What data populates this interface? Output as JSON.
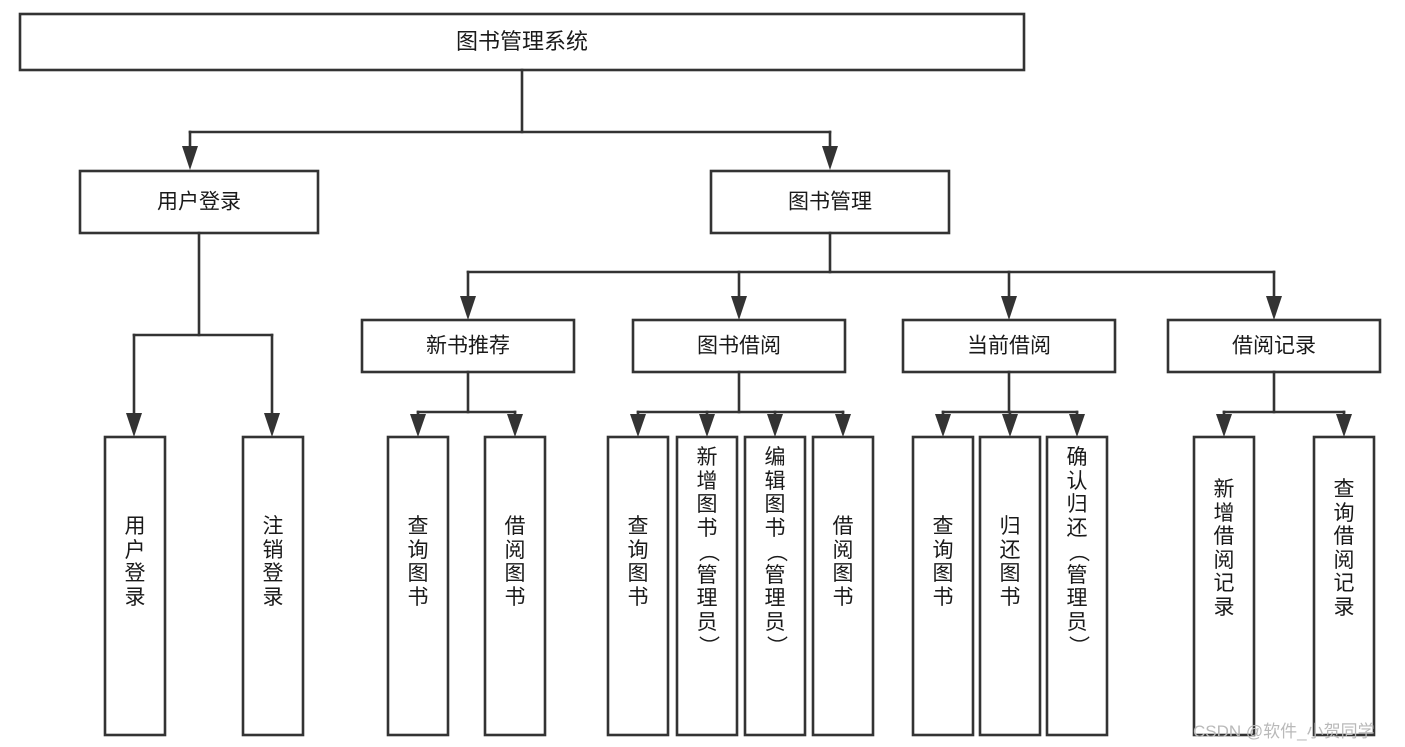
{
  "diagram": {
    "kind": "tree-structure-chart",
    "title_visible": false,
    "background_color": "#ffffff",
    "line_color": "#333333",
    "box_fill": "#ffffff",
    "text_color": "#1a1a1a",
    "root": {
      "label": "图书管理系统"
    },
    "level1": [
      {
        "label": "用户登录"
      },
      {
        "label": "图书管理"
      }
    ],
    "level2": [
      {
        "label": "新书推荐"
      },
      {
        "label": "图书借阅"
      },
      {
        "label": "当前借阅"
      },
      {
        "label": "借阅记录"
      }
    ],
    "leaves": {
      "user_login": [
        {
          "label": "用户登录",
          "chars": [
            "用",
            "户",
            "登",
            "录"
          ]
        },
        {
          "label": "注销登录",
          "chars": [
            "注",
            "销",
            "登",
            "录"
          ]
        }
      ],
      "new_book_recommend": [
        {
          "label": "查询图书",
          "chars": [
            "查",
            "询",
            "图",
            "书"
          ]
        },
        {
          "label": "借阅图书",
          "chars": [
            "借",
            "阅",
            "图",
            "书"
          ]
        }
      ],
      "book_borrow": [
        {
          "label": "查询图书",
          "chars": [
            "查",
            "询",
            "图",
            "书"
          ]
        },
        {
          "label": "新增图书（管理员）",
          "chars": [
            "新",
            "增",
            "图",
            "书",
            "（",
            "管",
            "理",
            "员",
            "）"
          ]
        },
        {
          "label": "编辑图书（管理员）",
          "chars": [
            "编",
            "辑",
            "图",
            "书",
            "（",
            "管",
            "理",
            "员",
            "）"
          ]
        },
        {
          "label": "借阅图书",
          "chars": [
            "借",
            "阅",
            "图",
            "书"
          ]
        }
      ],
      "current_borrow": [
        {
          "label": "查询图书",
          "chars": [
            "查",
            "询",
            "图",
            "书"
          ]
        },
        {
          "label": "归还图书",
          "chars": [
            "归",
            "还",
            "图",
            "书"
          ]
        },
        {
          "label": "确认归还（管理员）",
          "chars": [
            "确",
            "认",
            "归",
            "还",
            "（",
            "管",
            "理",
            "员",
            "）"
          ]
        }
      ],
      "borrow_record": [
        {
          "label": "新增借阅记录",
          "chars": [
            "新",
            "增",
            "借",
            "阅",
            "记",
            "录"
          ]
        },
        {
          "label": "查询借阅记录",
          "chars": [
            "查",
            "询",
            "借",
            "阅",
            "记",
            "录"
          ]
        }
      ]
    }
  },
  "watermark": {
    "text": "CSDN @软件_小贺同学",
    "color": "#b9b9b9"
  }
}
